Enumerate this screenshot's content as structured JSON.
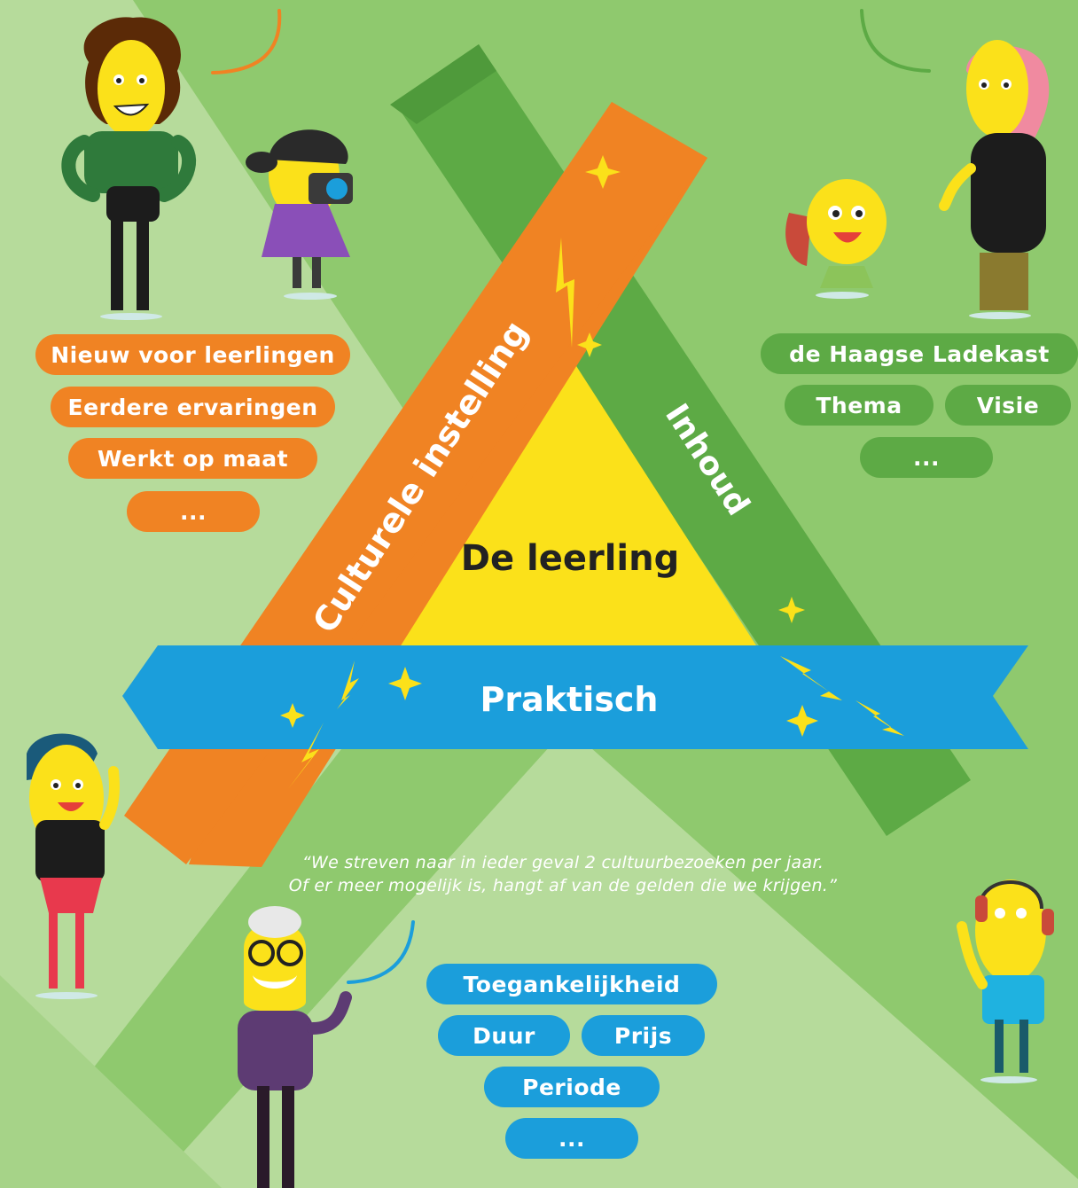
{
  "center": {
    "label": "De leerling"
  },
  "bands": {
    "culturele": "Culturele instelling",
    "inhoud": "Inhoud",
    "praktisch": "Praktisch"
  },
  "left_tags": [
    "Nieuw voor leerlingen",
    "Eerdere ervaringen",
    "Werkt op maat",
    "..."
  ],
  "right_tags": {
    "main": "de Haagse Ladekast",
    "thema": "Thema",
    "visie": "Visie",
    "more": "..."
  },
  "bottom_tags": {
    "toegankelijkheid": "Toegankelijkheid",
    "duur": "Duur",
    "prijs": "Prijs",
    "periode": "Periode",
    "more": "..."
  },
  "quote": {
    "line1": "“We streven naar in ieder geval 2 cultuurbezoeken per jaar.",
    "line2": "Of er meer mogelijk is, hangt af van de gelden die we krijgen.”"
  },
  "colors": {
    "orange": "#f08323",
    "green": "#5daa45",
    "blue": "#1b9edb",
    "yellow": "#fbe11a",
    "background": "#8fc96e"
  }
}
